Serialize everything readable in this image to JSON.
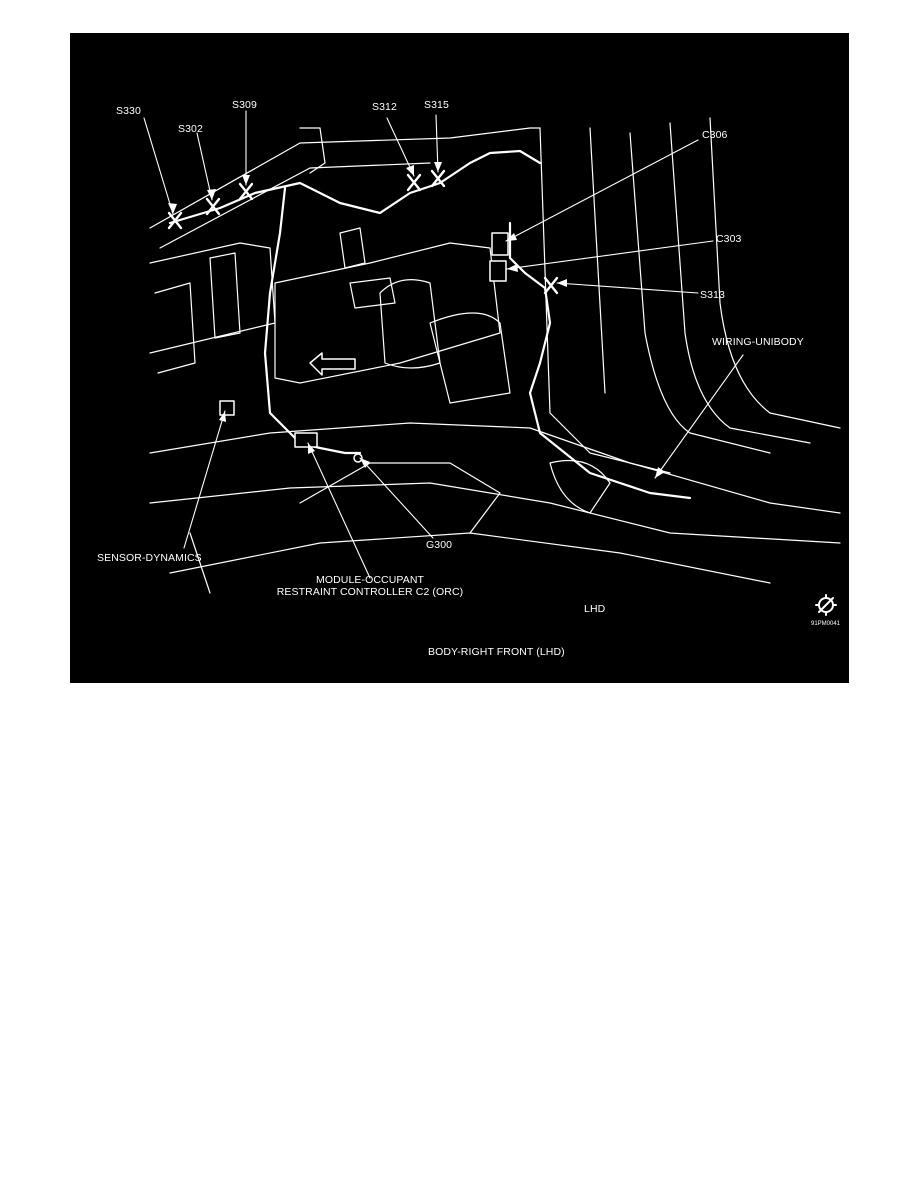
{
  "figure": {
    "callouts": {
      "s330": "S330",
      "s302": "S302",
      "s309": "S309",
      "s312": "S312",
      "s315": "S315",
      "c306": "C306",
      "c303": "C303",
      "s313": "S313",
      "wiring_unibody": "WIRING-UNIBODY",
      "sensor_dynamics": "SENSOR-DYNAMICS",
      "g300": "G300",
      "module_line1": "MODULE-OCCUPANT",
      "module_line2": "RESTRAINT CONTROLLER C2 (ORC)"
    },
    "fwd_arrow": "FWD",
    "orientation_tag": "LHD",
    "image_code": "91PM0041",
    "caption": "BODY-RIGHT FRONT  (LHD)"
  },
  "colors": {
    "background": "#000000",
    "linework": "#ffffff",
    "page": "#ffffff"
  }
}
